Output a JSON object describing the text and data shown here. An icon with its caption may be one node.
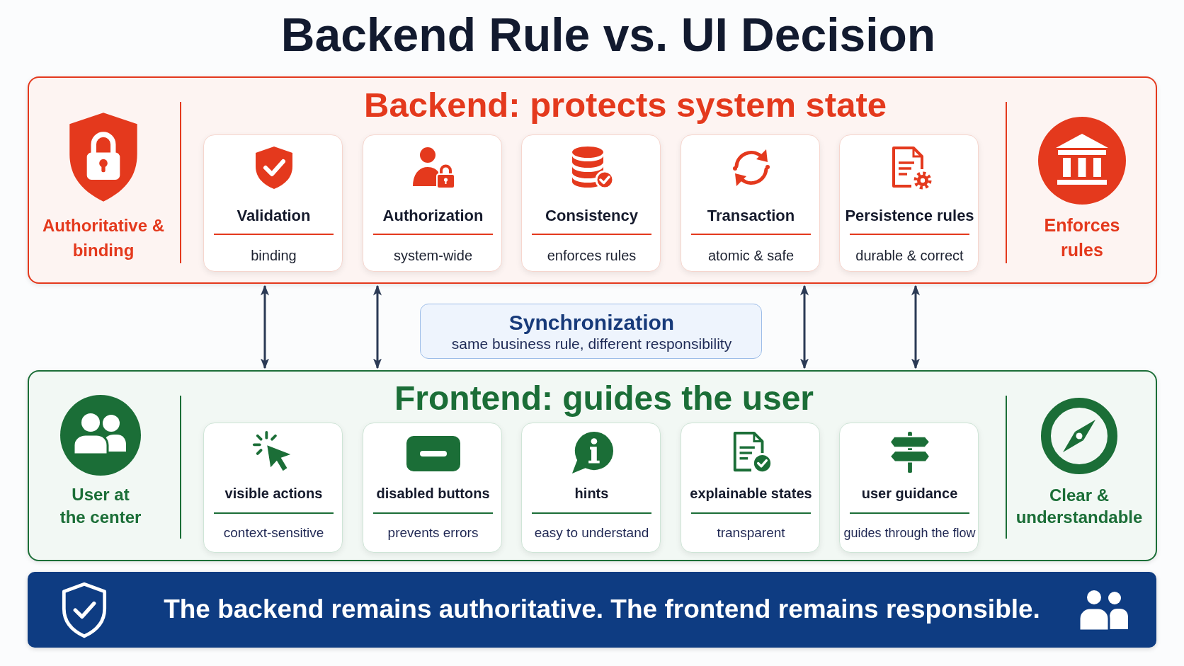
{
  "diagram": {
    "title": "Backend Rule vs. UI Decision",
    "nodes": [
      {
        "text": [
          "Backend: protects system state"
        ]
      },
      {
        "text": [
          "Authoritative & binding"
        ],
        "in": 0
      },
      {
        "text": [
          "Validation",
          "binding"
        ],
        "in": 0
      },
      {
        "text": [
          "Authorization",
          "system-wide"
        ],
        "in": 0
      },
      {
        "text": [
          "Consistency",
          "enforces rules"
        ],
        "in": 0
      },
      {
        "text": [
          "Transaction",
          "atomic & safe"
        ],
        "in": 0
      },
      {
        "text": [
          "Persistence rules",
          "durable & correct"
        ],
        "in": 0
      },
      {
        "text": [
          "Enforces rules"
        ],
        "in": 0
      },
      {
        "text": [
          "Synchronization",
          "same business rule, different responsibility"
        ]
      },
      {
        "text": [
          "Frontend: guides the user"
        ]
      },
      {
        "text": [
          "User at the center"
        ],
        "in": 9
      },
      {
        "text": [
          "visible actions",
          "context-sensitive"
        ],
        "in": 9
      },
      {
        "text": [
          "disabled buttons",
          "prevents errors"
        ],
        "in": 9
      },
      {
        "text": [
          "hints",
          "easy to understand"
        ],
        "in": 9
      },
      {
        "text": [
          "explainable states",
          "transparent"
        ],
        "in": 9
      },
      {
        "text": [
          "user guidance",
          "guides through the flow"
        ],
        "in": 9
      },
      {
        "text": [
          "Clear & understandable"
        ],
        "in": 9
      },
      {
        "text": [
          "The backend remains authoritative. The frontend remains responsible."
        ]
      }
    ],
    "edges": [
      {
        "from": 0,
        "to": 9,
        "arrow": "both"
      },
      {
        "from": 0,
        "to": 9,
        "arrow": "both"
      },
      {
        "from": 0,
        "to": 9,
        "arrow": "both"
      },
      {
        "from": 0,
        "to": 9,
        "arrow": "both"
      }
    ]
  }
}
